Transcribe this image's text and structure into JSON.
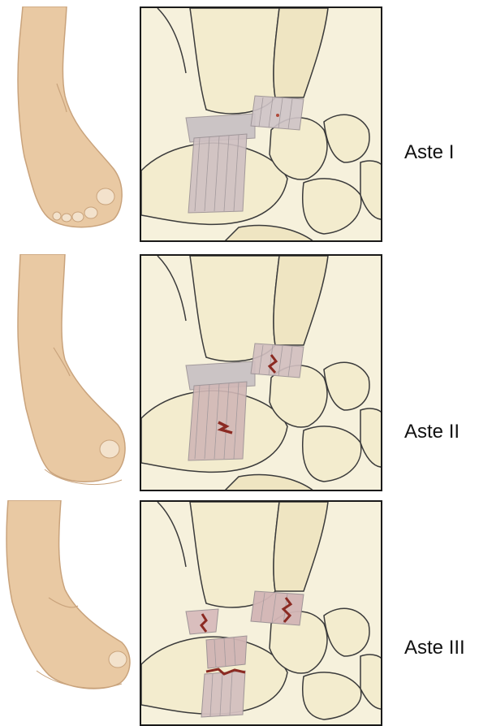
{
  "grades": [
    {
      "label": "Aste I",
      "severity": 1
    },
    {
      "label": "Aste II",
      "severity": 2
    },
    {
      "label": "Aste III",
      "severity": 3
    }
  ],
  "colors": {
    "skin": "#e9c9a3",
    "skin_shadow": "#c9a37c",
    "bone": "#f3ecce",
    "bone_outline": "#3b3b3b",
    "ligament": "#c7c0c3",
    "injury": "#8b2a22"
  }
}
